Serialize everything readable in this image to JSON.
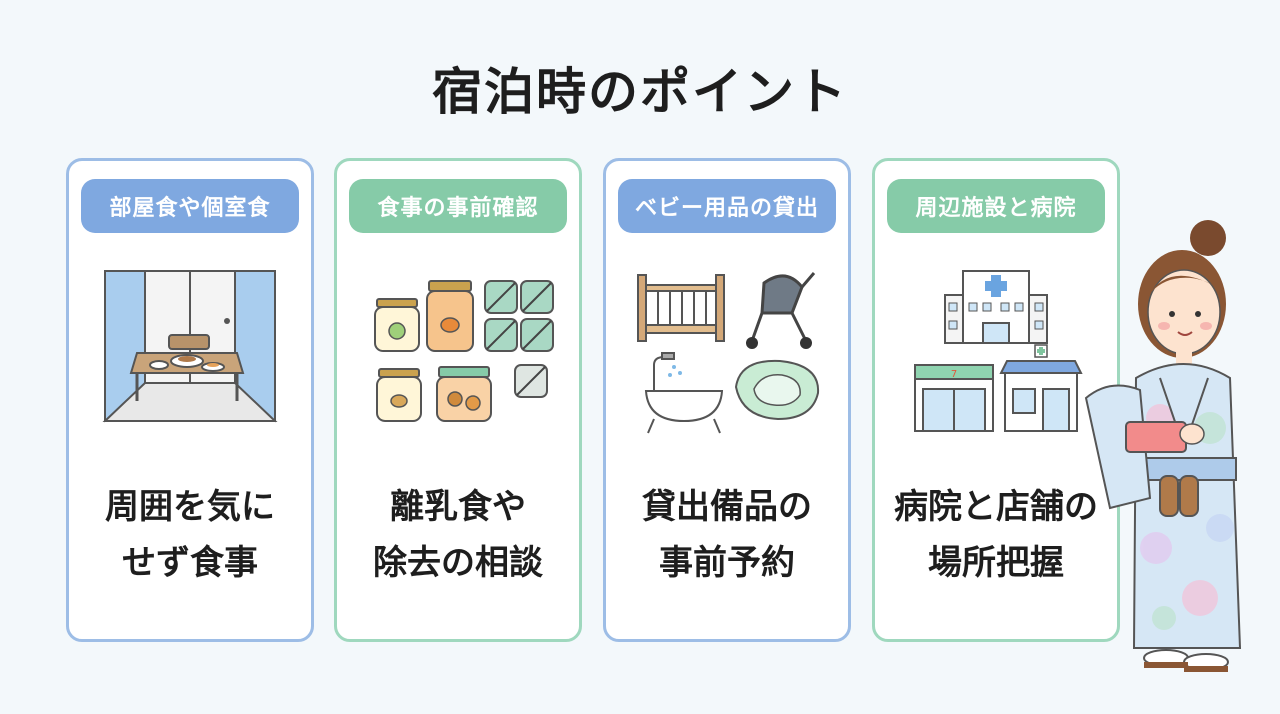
{
  "title": "宿泊時のポイント",
  "cards": [
    {
      "tag": "部屋食や個室食",
      "caption": [
        "周囲を気に",
        "せず食事"
      ],
      "illustration": "private-dining-room",
      "color": "#7fa8e0"
    },
    {
      "tag": "食事の事前確認",
      "caption": [
        "離乳食や",
        "除去の相談"
      ],
      "illustration": "baby-food-jars-allergens",
      "color": "#86cba8"
    },
    {
      "tag": "ベビー用品の貸出",
      "caption": [
        "貸出備品の",
        "事前予約"
      ],
      "illustration": "baby-goods-crib-stroller-bath",
      "color": "#7fa8e0"
    },
    {
      "tag": "周辺施設と病院",
      "caption": [
        "病院と店舗の",
        "場所把握"
      ],
      "illustration": "hospital-store-buildings",
      "color": "#86cba8"
    }
  ],
  "figure": "woman-in-yukata-icon"
}
